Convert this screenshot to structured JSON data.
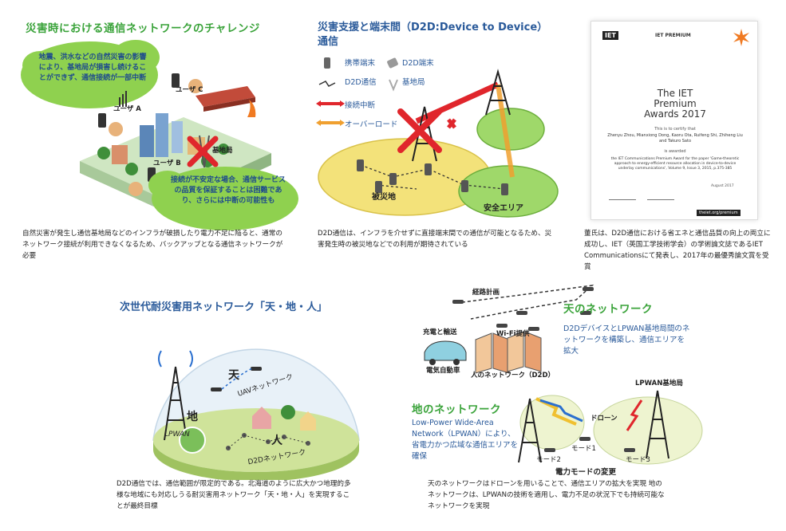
{
  "panel1": {
    "title": "災害時における通信ネットワークのチャレンジ",
    "bubble_top": "地震、洪水などの自然災害の影響により、基地局が損害し続けることができず、通信接続が一部中断",
    "bubble_bottom": "接続が不安定な場合、通信サービスの品質を保証することは困難であり、さらには中断の可能性も",
    "user_a": "ユーザ A",
    "user_b": "ユーザ B",
    "user_c": "ユーザ C",
    "base_station": "基地局",
    "caption": "自然災害が発生し通信基地局などのインフラが破損したり電力不足に陥ると、通常のネットワーク接続が利用できなくなるため、バックアップとなる通信ネットワークが必要"
  },
  "panel2": {
    "title": "災害支援と端末間（D2D:Device to Device）通信",
    "legend": {
      "mobile": "携帯端末",
      "d2d_terminal": "D2D端末",
      "d2d_comm": "D2D通信",
      "base_station": "基地局",
      "cut": "接続中断",
      "overload": "オーバーロード"
    },
    "disaster_area": "被災地",
    "safe_area": "安全エリア",
    "caption": "D2D通信は、インフラを介せずに直接端末間での通信が可能となるため、災害発生時の被災地などでの利用が期待されている"
  },
  "panel3": {
    "logo1": "IET",
    "logo2": "IET PREMIUM",
    "award_title": "The IET Premium Awards 2017",
    "certify": "This is to certify that",
    "names": "Zhenyu Zhou, Mianxiong Dong, Kaoru Ota, Ruifeng Shi, Zhiheng Liu and Takuro Sato",
    "awarded": "is awarded",
    "paper": "the IET Communications Premium Award for the paper 'Game-theoretic approach to energy-efficient resource allocation in device-to-device underlay communications', Volume 9, Issue 3, 2015, p.375-385",
    "date": "August 2017",
    "footer": "theiet.org/premium",
    "caption": "董氏は、D2D通信における省エネと通信品質の向上の両立に成功し、IET（英国工学技術学会）の学術論文誌であるIET Communicationsにて発表し、2017年の最優秀論文賞を受賞"
  },
  "panel4": {
    "title": "次世代耐災害用ネットワーク「天・地・人」",
    "ten": "天",
    "uav": "UAVネットワーク",
    "chi": "地",
    "lpwan": "LPWAN",
    "jin": "人",
    "d2d": "D2Dネットワーク",
    "caption": "D2D通信では、通信範囲が限定的である。北海道のように広大かつ地理的多様な地域にも対応しうる耐災害用ネットワーク「天・地・人」を実現することが最終目標"
  },
  "panel5": {
    "route": "経路計画",
    "charge": "充電と輸送",
    "wifi": "Wi-Fi提供",
    "ev": "電気自動車",
    "people_net": "人のネットワーク（D2D）",
    "sky_title": "天のネットワーク",
    "sky_desc": "D2DデバイスとLPWAN基地局間のネットワークを構築し、通信エリアを拡大",
    "ground_title": "地のネットワーク",
    "ground_desc": "Low-Power Wide-Area Network（LPWAN）により、省電力かつ広域な通信エリアを確保",
    "lpwan_base": "LPWAN基地局",
    "drone": "ドローン",
    "mode1": "モード1",
    "mode2": "モード2",
    "mode3": "モード3",
    "mode_change": "電力モードの変更",
    "caption": "天のネットワークはドローンを用いることで、通信エリアの拡大を実現 地のネットワークは、LPWANの技術を適用し、電力不足の状況下でも持続可能なネットワークを実現"
  },
  "colors": {
    "green_title": "#3aa33a",
    "blue_title": "#2a5a9a",
    "bubble": "#8fd14f",
    "yellow_area": "#f3e27a",
    "green_area": "#9fd86a",
    "cut_red": "#e0262c",
    "overload_orange": "#f0a030"
  }
}
